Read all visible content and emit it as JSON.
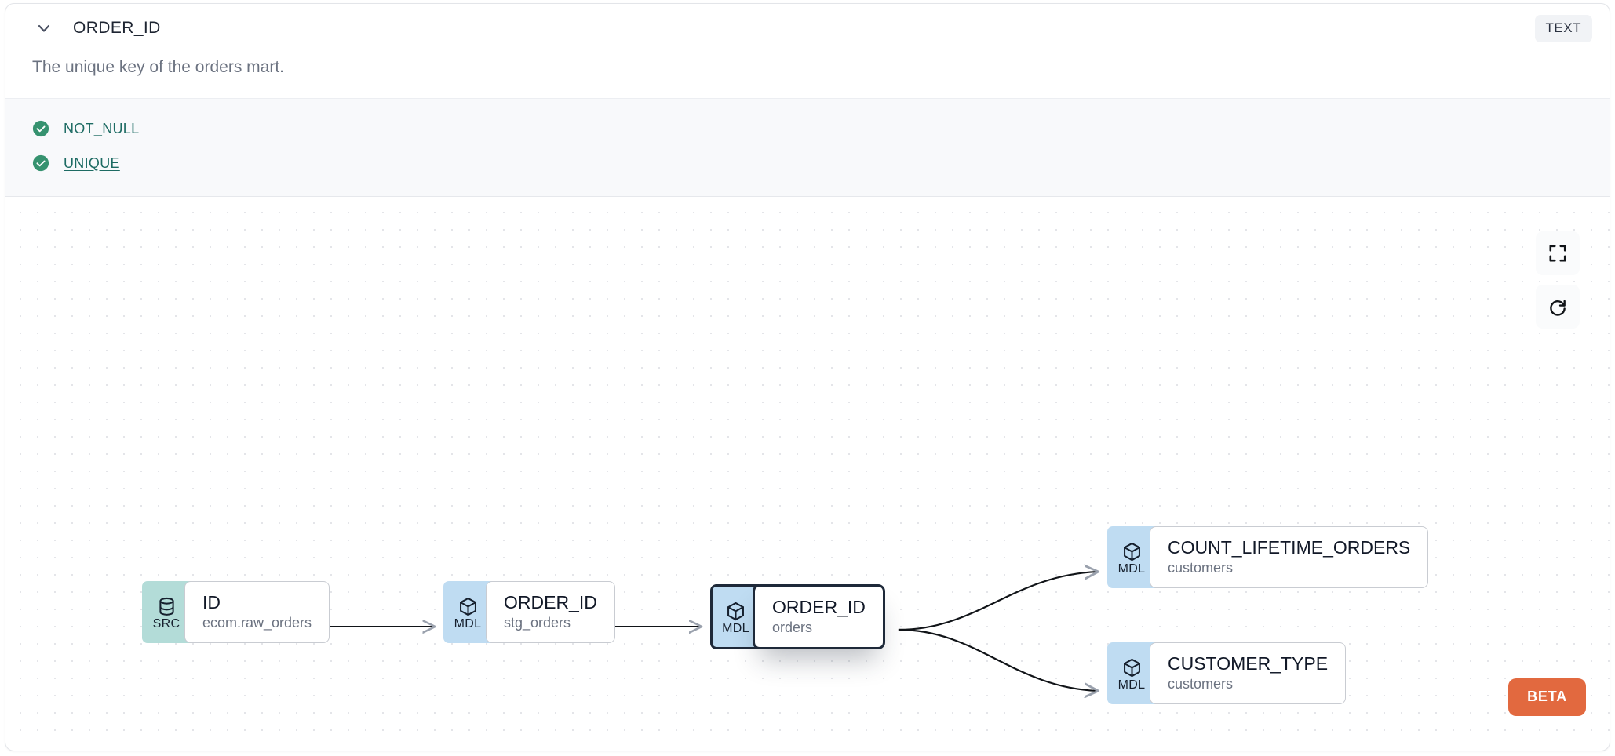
{
  "header": {
    "chevron_icon": "chevron-down-icon",
    "title": "ORDER_ID",
    "type_badge": "TEXT"
  },
  "description": "The unique key of the orders mart.",
  "tests": [
    {
      "status_icon": "check-circle-icon",
      "label": "NOT_NULL"
    },
    {
      "status_icon": "check-circle-icon",
      "label": "UNIQUE"
    }
  ],
  "lineage": {
    "nodes": [
      {
        "id": "src",
        "badge": "SRC",
        "badge_icon": "database-icon",
        "name": "ID",
        "source": "ecom.raw_orders",
        "selected": false
      },
      {
        "id": "stg",
        "badge": "MDL",
        "badge_icon": "cube-icon",
        "name": "ORDER_ID",
        "source": "stg_orders",
        "selected": false
      },
      {
        "id": "orders",
        "badge": "MDL",
        "badge_icon": "cube-icon",
        "name": "ORDER_ID",
        "source": "orders",
        "selected": true
      },
      {
        "id": "count",
        "badge": "MDL",
        "badge_icon": "cube-icon",
        "name": "COUNT_LIFETIME_ORDERS",
        "source": "customers",
        "selected": false
      },
      {
        "id": "custtype",
        "badge": "MDL",
        "badge_icon": "cube-icon",
        "name": "CUSTOMER_TYPE",
        "source": "customers",
        "selected": false
      }
    ],
    "controls": [
      {
        "name": "fit-view-button",
        "icon": "fullscreen-icon"
      },
      {
        "name": "refresh-button",
        "icon": "refresh-icon"
      }
    ],
    "beta_label": "BETA"
  },
  "colors": {
    "badge_src": "#b3dcd8",
    "badge_mdl": "#bfdcf2",
    "test_link": "#1d6b63",
    "test_check": "#36926f",
    "beta": "#e2693f",
    "selected_border": "#1e2939"
  }
}
